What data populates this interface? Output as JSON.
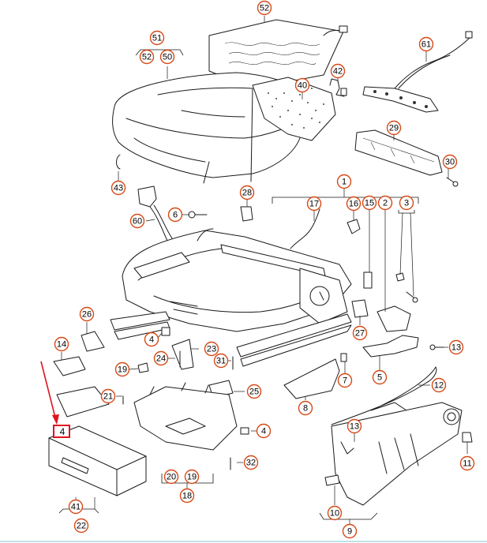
{
  "diagram": {
    "accent_color": "#d64a17",
    "highlight_color": "#e0141e",
    "callouts": [
      {
        "id": "c52a",
        "label": "52"
      },
      {
        "id": "c51",
        "label": "51"
      },
      {
        "id": "c52b",
        "label": "52"
      },
      {
        "id": "c50",
        "label": "50"
      },
      {
        "id": "c61",
        "label": "61"
      },
      {
        "id": "c42",
        "label": "42"
      },
      {
        "id": "c40",
        "label": "40"
      },
      {
        "id": "c29",
        "label": "29"
      },
      {
        "id": "c30",
        "label": "30"
      },
      {
        "id": "c43",
        "label": "43"
      },
      {
        "id": "c28",
        "label": "28"
      },
      {
        "id": "c60",
        "label": "60"
      },
      {
        "id": "c6",
        "label": "6"
      },
      {
        "id": "c1",
        "label": "1"
      },
      {
        "id": "c17",
        "label": "17"
      },
      {
        "id": "c16",
        "label": "16"
      },
      {
        "id": "c15",
        "label": "15"
      },
      {
        "id": "c2",
        "label": "2"
      },
      {
        "id": "c3",
        "label": "3"
      },
      {
        "id": "c26",
        "label": "26"
      },
      {
        "id": "c14",
        "label": "14"
      },
      {
        "id": "c4a",
        "label": "4"
      },
      {
        "id": "c24",
        "label": "24"
      },
      {
        "id": "c23",
        "label": "23"
      },
      {
        "id": "c31",
        "label": "31"
      },
      {
        "id": "c19a",
        "label": "19"
      },
      {
        "id": "c27",
        "label": "27"
      },
      {
        "id": "c13a",
        "label": "13"
      },
      {
        "id": "c7",
        "label": "7"
      },
      {
        "id": "c5",
        "label": "5"
      },
      {
        "id": "c25",
        "label": "25"
      },
      {
        "id": "c21",
        "label": "21"
      },
      {
        "id": "c12",
        "label": "12"
      },
      {
        "id": "c8",
        "label": "8"
      },
      {
        "id": "c4b",
        "label": "4"
      },
      {
        "id": "c13b",
        "label": "13"
      },
      {
        "id": "c32",
        "label": "32"
      },
      {
        "id": "c20",
        "label": "20"
      },
      {
        "id": "c19b",
        "label": "19"
      },
      {
        "id": "c18",
        "label": "18"
      },
      {
        "id": "c11",
        "label": "11"
      },
      {
        "id": "c41",
        "label": "41"
      },
      {
        "id": "c22",
        "label": "22"
      },
      {
        "id": "c10",
        "label": "10"
      },
      {
        "id": "c9",
        "label": "9"
      }
    ],
    "highlighted_label": "4"
  }
}
